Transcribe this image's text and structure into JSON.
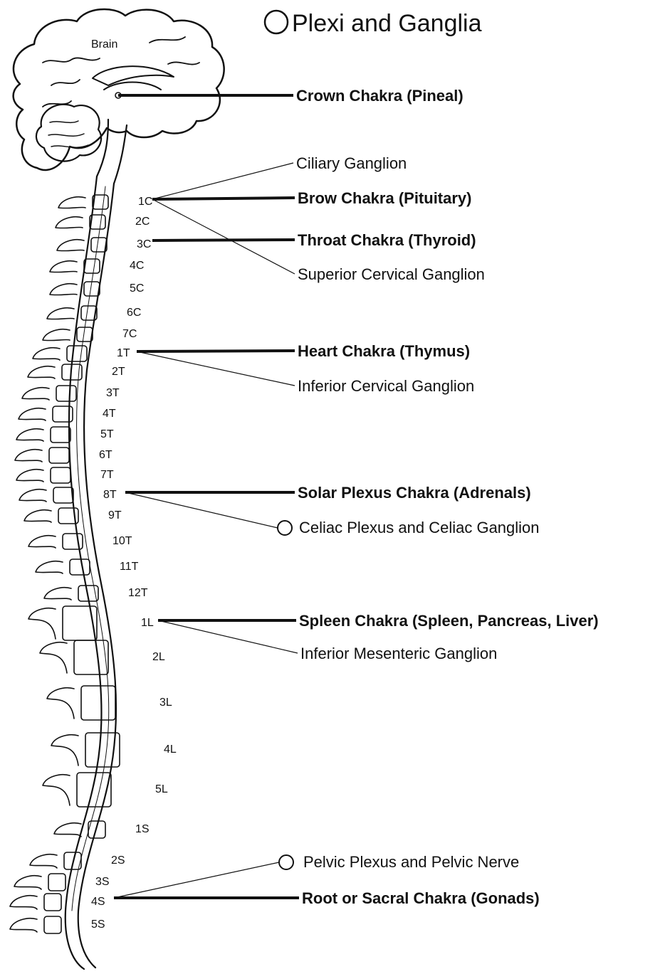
{
  "title": "Plexi and Ganglia",
  "brain_label": "Brain",
  "vertebrae": [
    "1C",
    "2C",
    "3C",
    "4C",
    "5C",
    "6C",
    "7C",
    "1T",
    "2T",
    "3T",
    "4T",
    "5T",
    "6T",
    "7T",
    "8T",
    "9T",
    "10T",
    "11T",
    "12T",
    "1L",
    "2L",
    "3L",
    "4L",
    "5L",
    "1S",
    "2S",
    "3S",
    "4S",
    "5S"
  ],
  "chakras": [
    "Crown Chakra (Pineal)",
    "Brow Chakra (Pituitary)",
    "Throat Chakra (Thyroid)",
    "Heart Chakra (Thymus)",
    "Solar Plexus Chakra (Adrenals)",
    "Spleen Chakra (Spleen, Pancreas, Liver)",
    "Root or Sacral Chakra (Gonads)"
  ],
  "ganglia": [
    "Ciliary Ganglion",
    "Superior Cervical Ganglion",
    "Inferior Cervical Ganglion",
    "Celiac Plexus and Celiac Ganglion",
    "Inferior Mesenteric Ganglion",
    "Pelvic Plexus and Pelvic Nerve"
  ]
}
